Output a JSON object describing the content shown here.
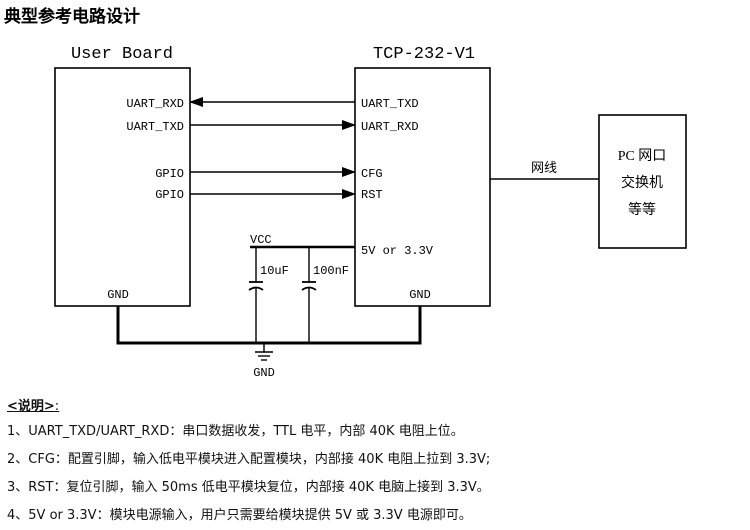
{
  "title": "典型参考电路设计",
  "diagram": {
    "user_board": {
      "title": "User Board",
      "pins": [
        "UART_RXD",
        "UART_TXD",
        "GPIO",
        "GPIO",
        "GND"
      ]
    },
    "module": {
      "title": "TCP-232-V1",
      "pins": [
        "UART_TXD",
        "UART_RXD",
        "CFG",
        "RST",
        "5V or 3.3V",
        "GND"
      ]
    },
    "network_label": "网线",
    "pc_box": [
      "PC 网口",
      "交换机",
      "等等"
    ],
    "vcc_label": "VCC",
    "capacitors": [
      "10uF",
      "100nF"
    ],
    "ground_label": "GND"
  },
  "notes": {
    "header": "<说明>",
    "colon": ":",
    "items": [
      "1、UART_TXD/UART_RXD：串口数据收发，TTL 电平，内部 40K 电阻上位。",
      "2、CFG：配置引脚，输入低电平模块进入配置模块，内部接 40K 电阻上拉到 3.3V;",
      "3、RST：复位引脚，输入 50ms 低电平模块复位，内部接 40K 电脑上接到 3.3V。",
      "4、5V or 3.3V：模块电源输入，用户只需要给模块提供 5V 或 3.3V 电源即可。"
    ]
  }
}
